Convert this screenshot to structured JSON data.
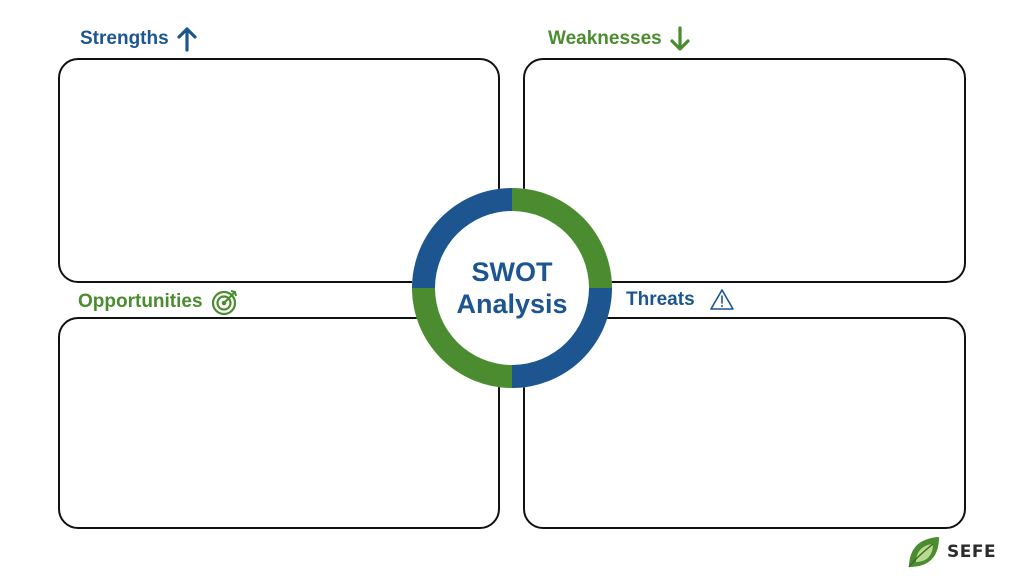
{
  "colors": {
    "blue": "#1c5590",
    "green": "#4a8c2f",
    "border": "#111111",
    "logo_dark": "#2b2b2b"
  },
  "quadrants": {
    "strengths": {
      "title": "Strengths",
      "icon": "arrow-up-icon",
      "color": "#1c5590"
    },
    "weaknesses": {
      "title": "Weaknesses",
      "icon": "arrow-down-icon",
      "color": "#4a8c2f"
    },
    "opportunities": {
      "title": "Opportunities",
      "icon": "target-icon",
      "color": "#4a8c2f"
    },
    "threats": {
      "title": "Threats",
      "icon": "warning-icon",
      "color": "#1c5590"
    }
  },
  "center": {
    "line1": "SWOT",
    "line2": "Analysis",
    "color": "#1c5590",
    "ring_segments": [
      {
        "quadrant": "top-right",
        "color": "#4a8c2f"
      },
      {
        "quadrant": "bottom-right",
        "color": "#1c5590"
      },
      {
        "quadrant": "bottom-left",
        "color": "#4a8c2f"
      },
      {
        "quadrant": "top-left",
        "color": "#1c5590"
      }
    ]
  },
  "logo": {
    "text": "SEFE",
    "icon": "sefe-leaf-logo"
  }
}
